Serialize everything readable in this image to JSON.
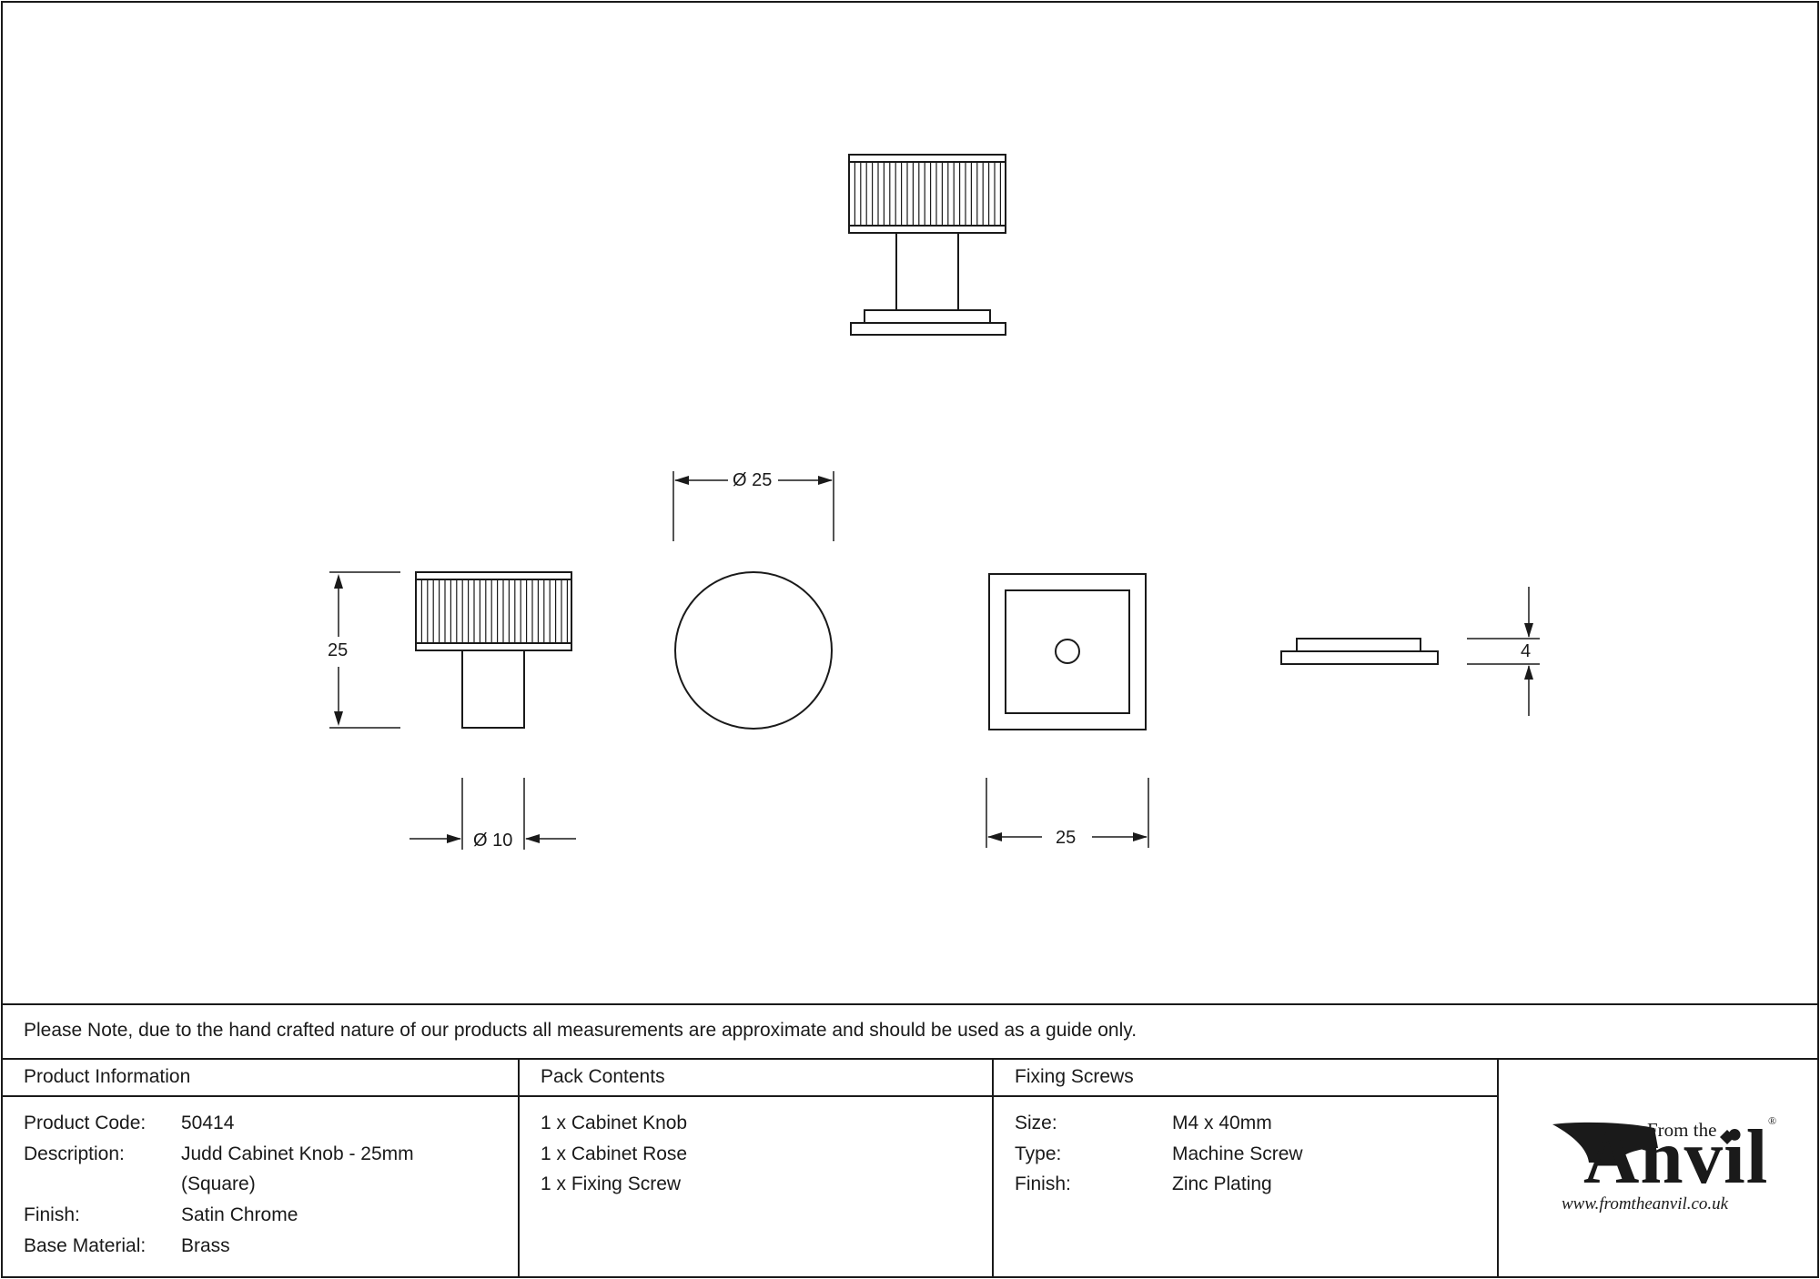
{
  "dimensions": {
    "top_diameter": "Ø 25",
    "height": "25",
    "stem_diameter": "Ø 10",
    "rose_width": "25",
    "rose_thickness": "4"
  },
  "note": "Please Note, due to the hand crafted nature of our products all measurements are approximate and should be used as a guide only.",
  "product_info": {
    "header": "Product Information",
    "rows": [
      {
        "label": "Product Code:",
        "value": "50414"
      },
      {
        "label": "Description:",
        "value": "Judd Cabinet Knob - 25mm"
      },
      {
        "label": "",
        "value": "(Square)"
      },
      {
        "label": "Finish:",
        "value": "Satin Chrome"
      },
      {
        "label": "Base Material:",
        "value": "Brass"
      }
    ]
  },
  "pack_contents": {
    "header": "Pack Contents",
    "items": [
      "1 x Cabinet Knob",
      "1 x Cabinet Rose",
      "1 x Fixing Screw"
    ]
  },
  "fixing_screws": {
    "header": "Fixing Screws",
    "rows": [
      {
        "label": "Size:",
        "value": "M4 x 40mm"
      },
      {
        "label": "Type:",
        "value": "Machine Screw"
      },
      {
        "label": "Finish:",
        "value": "Zinc Plating"
      }
    ]
  },
  "logo": {
    "from_the": "From the",
    "brand": "Anvil",
    "registered": "®",
    "url": "www.fromtheanvil.co.uk"
  }
}
